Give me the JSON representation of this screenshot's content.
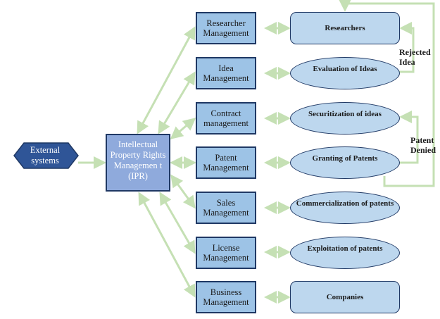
{
  "diagram": {
    "external": {
      "label": "External systems",
      "shape": "hexagon",
      "color": "#2f5597"
    },
    "center": {
      "label": "Intellectual Property Rights Managemen t (IPR)",
      "color": "#8faadc"
    },
    "modules": [
      {
        "label": "Researcher Management",
        "target": "Researchers",
        "target_shape": "rounded-rect"
      },
      {
        "label": "Idea Management",
        "target": "Evaluation of Ideas",
        "target_shape": "ellipse"
      },
      {
        "label": "Contract management",
        "target": "Securitization of ideas",
        "target_shape": "ellipse"
      },
      {
        "label": "Patent Management",
        "target": "Granting of Patents",
        "target_shape": "ellipse"
      },
      {
        "label": "Sales Management",
        "target": "Commercialization of patents",
        "target_shape": "ellipse"
      },
      {
        "label": "License Management",
        "target": "Exploitation of patents",
        "target_shape": "ellipse"
      },
      {
        "label": "Business Management",
        "target": "Companies",
        "target_shape": "rounded-rect"
      }
    ],
    "feedback": [
      {
        "label": "Rejected Idea",
        "from": "Evaluation of Ideas",
        "to": "Researchers"
      },
      {
        "label": "Patent Denied",
        "from": "Granting of Patents",
        "to": "Securitization of ideas"
      },
      {
        "label": "",
        "from": "Granting of Patents",
        "to": "Researchers"
      }
    ],
    "colors": {
      "arrow": "#c5e0b4",
      "module_fill": "#9dc3e6",
      "outcome_fill": "#bdd7ee",
      "border": "#1f3864"
    }
  }
}
